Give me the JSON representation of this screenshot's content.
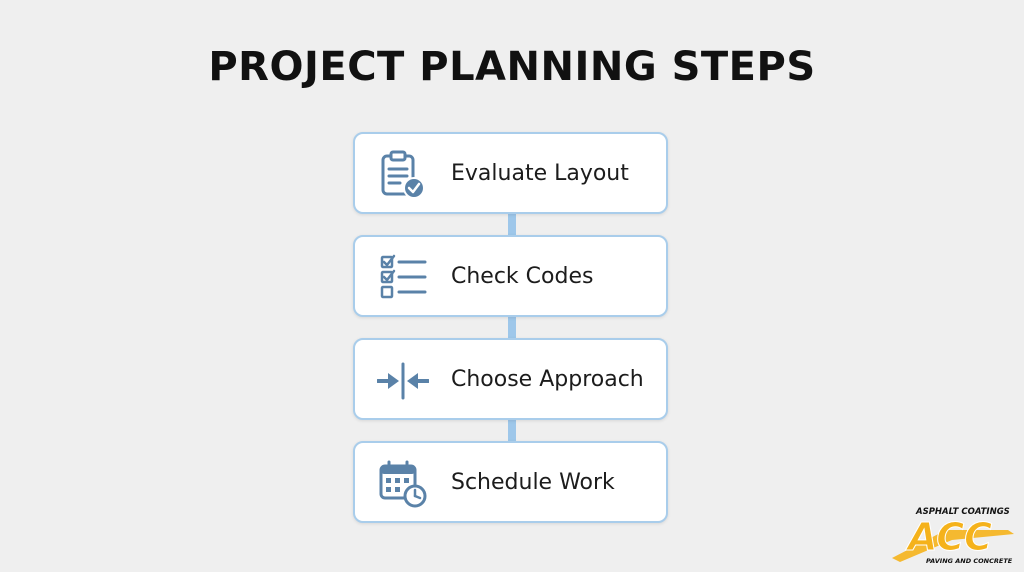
{
  "title": "PROJECT PLANNING STEPS",
  "steps": [
    {
      "label": "Evaluate Layout",
      "icon": "clipboard-check-icon"
    },
    {
      "label": "Check Codes",
      "icon": "checklist-icon"
    },
    {
      "label": "Choose Approach",
      "icon": "arrows-converge-icon"
    },
    {
      "label": "Schedule Work",
      "icon": "calendar-clock-icon"
    }
  ],
  "logo": {
    "top_text": "ASPHALT COATINGS",
    "mark": "ACC",
    "bottom_text": "PAVING AND CONCRETE"
  },
  "colors": {
    "background": "#efefef",
    "card_border": "#a9cdeb",
    "connector": "#9ec7ea",
    "icon": "#5a82a8",
    "logo_accent": "#f5b21b"
  }
}
